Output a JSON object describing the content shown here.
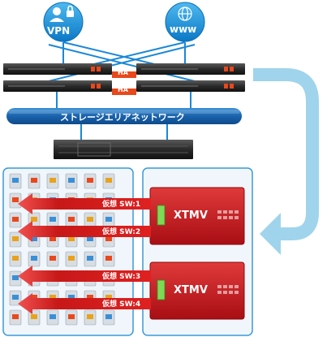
{
  "cloud_vpn": {
    "label": "VPN",
    "icon": "user-lock-icon"
  },
  "cloud_www": {
    "label": "www",
    "icon": "globe-icon"
  },
  "ha_labels": [
    "HA",
    "HA"
  ],
  "san_label": "ストレージエリアネットワーク",
  "switches": [
    "仮想 SW:1",
    "仮想 SW:2",
    "仮想 SW:3",
    "仮想 SW:4"
  ],
  "appliances": [
    "XTMV",
    "XTMV"
  ],
  "colors": {
    "cloud": "#1590d8",
    "band": "#1e6fb8",
    "ha": "#e8481c",
    "appliance": "#cc1922",
    "arrow": "#cf1a1a",
    "flow": "#9fd4ec",
    "panel": "#f0f6fb",
    "panel_border": "#3a9ad8"
  }
}
